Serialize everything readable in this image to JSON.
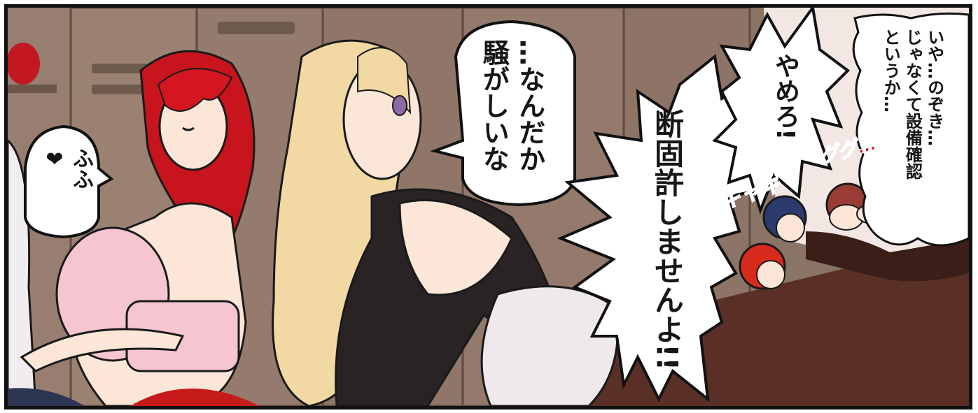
{
  "panel": {
    "colors": {
      "wall": "#8a7466",
      "locker": "#9a8172",
      "locker_dark": "#6f5a4e",
      "bench": "#5a2f26",
      "red_hair": "#c8141c",
      "blonde_hair": "#f2d9a4",
      "skin": "#fbe6d8",
      "pink_bra": "#f5c5d0",
      "black_top": "#2a2324",
      "white_cloth": "#efe9ec",
      "sfx_red": "#c8202a"
    },
    "bubbles": {
      "fufu": {
        "text": "ふふ\n❤"
      },
      "sawagashii": {
        "text": "…なんだか\n騒がしいな"
      },
      "danko": {
        "text": "断固許しませんよ!!"
      },
      "yamero": {
        "text": "やめろ!"
      },
      "iya": {
        "text": "いや…のぞき…\nじゃなくて設備確認\nというか…"
      }
    },
    "sfx": {
      "gyagyi": "ギャギ",
      "gugu": "ググ…"
    },
    "icons": [
      "heart-icon"
    ]
  }
}
